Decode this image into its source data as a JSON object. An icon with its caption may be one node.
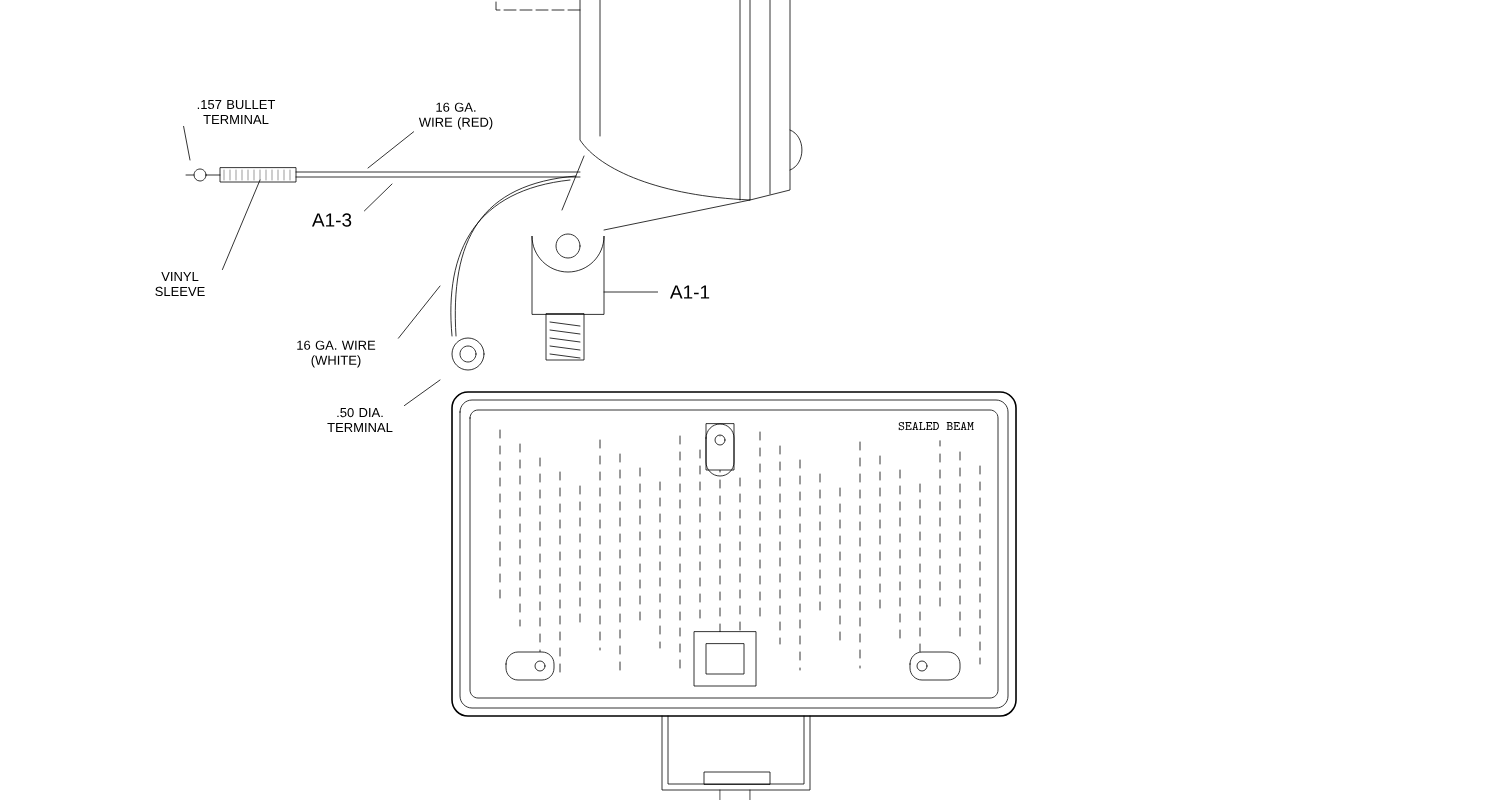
{
  "diagram": {
    "nodes": [
      {
        "text": [
          ".157 BULLET TERMINAL"
        ]
      },
      {
        "text": [
          "16 GA. WIRE (RED)"
        ]
      },
      {
        "text": [
          "A1-3"
        ]
      },
      {
        "text": [
          "VINYL SLEEVE"
        ]
      },
      {
        "text": [
          "16 GA. WIRE (WHITE)"
        ]
      },
      {
        "text": [
          ".50 DIA. TERMINAL"
        ]
      },
      {
        "text": [
          "A1-1"
        ]
      }
    ],
    "edges": [
      {
        "from": 0,
        "to": null,
        "arrow": "none"
      },
      {
        "from": 1,
        "to": null,
        "arrow": "none"
      },
      {
        "from": 2,
        "to": null,
        "arrow": "none"
      },
      {
        "from": 3,
        "to": null,
        "arrow": "none"
      },
      {
        "from": 4,
        "to": null,
        "arrow": "none"
      },
      {
        "from": 5,
        "to": null,
        "arrow": "none"
      },
      {
        "from": 6,
        "to": null,
        "arrow": "none"
      }
    ],
    "labels": [
      "SEALED BEAM"
    ]
  }
}
